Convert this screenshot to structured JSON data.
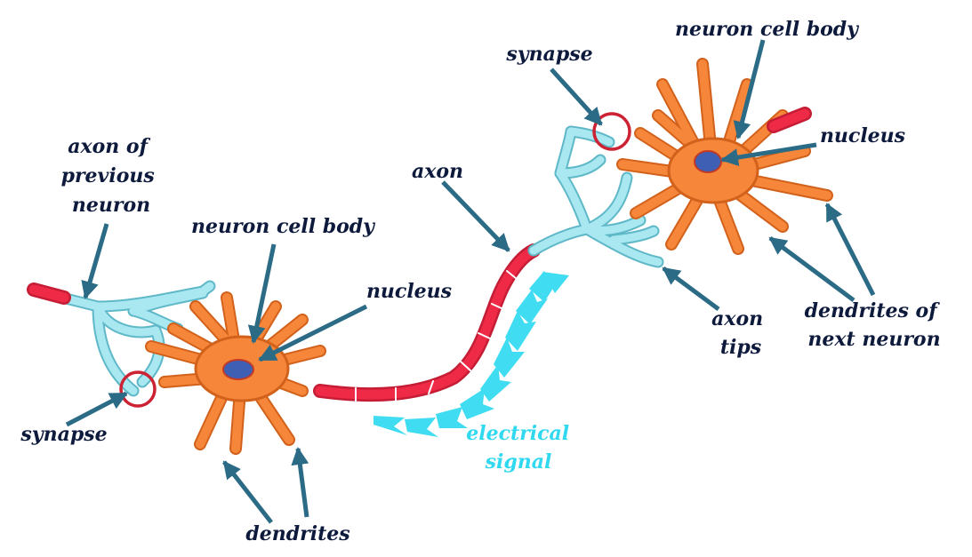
{
  "labels": {
    "axon_of_previous_neuron": [
      "axon of",
      "previous",
      "neuron"
    ],
    "neuron_cell_body_left": "neuron cell body",
    "nucleus_left": "nucleus",
    "synapse_left": "synapse",
    "dendrites": "dendrites",
    "axon": "axon",
    "electrical_signal": [
      "electrical",
      "signal"
    ],
    "synapse_right": "synapse",
    "neuron_cell_body_right": "neuron cell body",
    "nucleus_right": "nucleus",
    "axon_tips": [
      "axon",
      "tips"
    ],
    "dendrites_of_next_neuron": [
      "dendrites of",
      "next neuron"
    ]
  },
  "colors": {
    "cell_body": "#f5863a",
    "cell_outline": "#d2611b",
    "nucleus": "#3f5fb5",
    "nucleus_outline": "#c23a24",
    "axon": "#ee2a46",
    "axon_terminal": "#a9e8f0",
    "axon_terminal_outline": "#5fb8c8",
    "arrow": "#2b6b86",
    "synapse_ring": "#cc2233",
    "signal": "#3fdcf2",
    "label_text": "#0d1a3c"
  }
}
